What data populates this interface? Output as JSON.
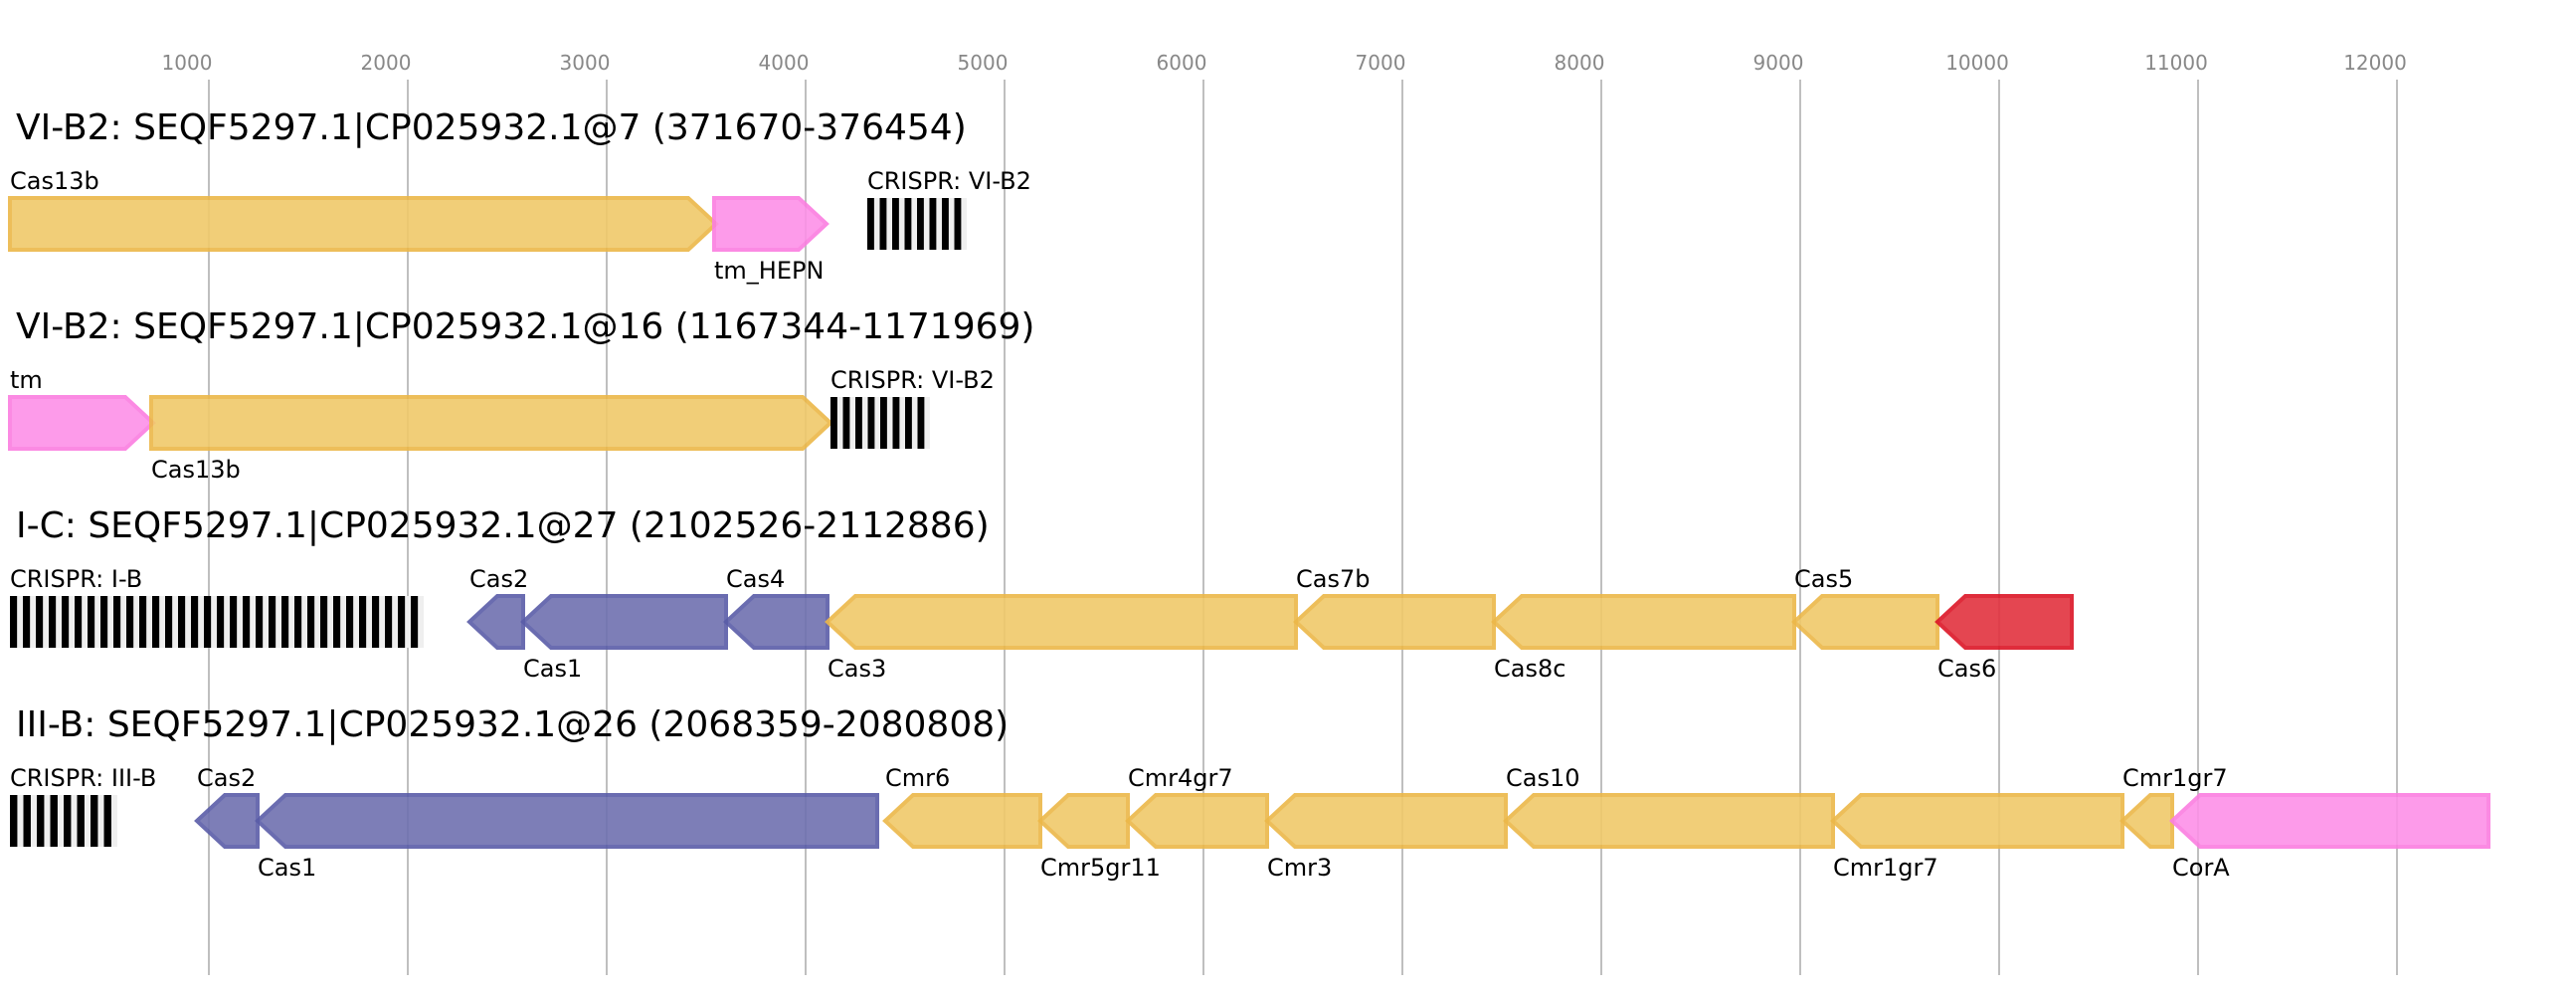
{
  "chart_data": {
    "type": "gene-map",
    "axis": {
      "unit": "bp",
      "range": [
        0,
        12600
      ],
      "ticks": [
        1000,
        2000,
        3000,
        4000,
        5000,
        6000,
        7000,
        8000,
        9000,
        10000,
        11000,
        12000
      ],
      "tick_labels": [
        "1000",
        "2000",
        "3000",
        "4000",
        "5000",
        "6000",
        "7000",
        "8000",
        "9000",
        "10000",
        "11000",
        "12000"
      ],
      "grid": true
    },
    "colors": {
      "gold": {
        "fill": "#f0c96a",
        "stroke": "#ecb849"
      },
      "pink": {
        "fill": "#fd91e8",
        "stroke": "#fb7ee1"
      },
      "purple": {
        "fill": "#6f71b0",
        "stroke": "#5a5da8"
      },
      "red": {
        "fill": "#e2323f",
        "stroke": "#dc1626"
      }
    },
    "loci": [
      {
        "title": "VI-B2: SEQF5297.1|CP025932.1@7 (371670-376454)",
        "features": [
          {
            "kind": "gene",
            "label": "Cas13b",
            "start": 0,
            "end": 3550,
            "strand": "+",
            "color": "gold",
            "label_pos": "above"
          },
          {
            "kind": "gene",
            "label": "tm_HEPN",
            "start": 3540,
            "end": 4105,
            "strand": "+",
            "color": "pink",
            "label_pos": "below"
          },
          {
            "kind": "crispr",
            "label": "CRISPR: VI-B2",
            "start": 4310,
            "end": 4810,
            "repeats": 8,
            "label_pos": "above"
          }
        ]
      },
      {
        "title": "VI-B2: SEQF5297.1|CP025932.1@16 (1167344-1171969)",
        "features": [
          {
            "kind": "gene",
            "label": "tm",
            "start": 0,
            "end": 720,
            "strand": "+",
            "color": "pink",
            "label_pos": "above"
          },
          {
            "kind": "gene",
            "label": "Cas13b",
            "start": 710,
            "end": 4125,
            "strand": "+",
            "color": "gold",
            "label_pos": "below"
          },
          {
            "kind": "crispr",
            "label": "CRISPR: VI-B2",
            "start": 4125,
            "end": 4625,
            "repeats": 8,
            "label_pos": "above"
          }
        ]
      },
      {
        "title": "I-C: SEQF5297.1|CP025932.1@27 (2102526-2112886)",
        "features": [
          {
            "kind": "crispr",
            "label": "CRISPR: I-B",
            "start": 0,
            "end": 2080,
            "repeats": 32,
            "label_pos": "above"
          },
          {
            "kind": "gene",
            "label": "Cas2",
            "start": 2310,
            "end": 2580,
            "strand": "-",
            "color": "purple",
            "label_pos": "above"
          },
          {
            "kind": "gene",
            "label": "Cas1",
            "start": 2580,
            "end": 3600,
            "strand": "-",
            "color": "purple",
            "label_pos": "below"
          },
          {
            "kind": "gene",
            "label": "Cas4",
            "start": 3600,
            "end": 4110,
            "strand": "-",
            "color": "purple",
            "label_pos": "above"
          },
          {
            "kind": "gene",
            "label": "Cas3",
            "start": 4110,
            "end": 6465,
            "strand": "-",
            "color": "gold",
            "label_pos": "below"
          },
          {
            "kind": "gene",
            "label": "Cas7b",
            "start": 6465,
            "end": 7460,
            "strand": "-",
            "color": "gold",
            "label_pos": "above"
          },
          {
            "kind": "gene",
            "label": "Cas8c",
            "start": 7460,
            "end": 8970,
            "strand": "-",
            "color": "gold",
            "label_pos": "below"
          },
          {
            "kind": "gene",
            "label": "Cas5",
            "start": 8970,
            "end": 9690,
            "strand": "-",
            "color": "gold",
            "label_pos": "above"
          },
          {
            "kind": "gene",
            "label": "Cas6",
            "start": 9690,
            "end": 10365,
            "strand": "-",
            "color": "red",
            "label_pos": "below"
          }
        ]
      },
      {
        "title": "III-B: SEQF5297.1|CP025932.1@26 (2068359-2080808)",
        "features": [
          {
            "kind": "crispr",
            "label": "CRISPR: III-B",
            "start": 0,
            "end": 540,
            "repeats": 8,
            "label_pos": "above"
          },
          {
            "kind": "gene",
            "label": "Cas2",
            "start": 940,
            "end": 1245,
            "strand": "-",
            "color": "purple",
            "label_pos": "above"
          },
          {
            "kind": "gene",
            "label": "Cas1",
            "start": 1245,
            "end": 4360,
            "strand": "-",
            "color": "purple",
            "label_pos": "below"
          },
          {
            "kind": "gene",
            "label": "Cmr6",
            "start": 4400,
            "end": 5180,
            "strand": "-",
            "color": "gold",
            "label_pos": "above"
          },
          {
            "kind": "gene",
            "label": "Cmr5gr11",
            "start": 5180,
            "end": 5620,
            "strand": "-",
            "color": "gold",
            "label_pos": "below"
          },
          {
            "kind": "gene",
            "label": "Cmr4gr7",
            "start": 5620,
            "end": 6320,
            "strand": "-",
            "color": "gold",
            "label_pos": "above"
          },
          {
            "kind": "gene",
            "label": "Cmr3",
            "start": 6320,
            "end": 7520,
            "strand": "-",
            "color": "gold",
            "label_pos": "below"
          },
          {
            "kind": "gene",
            "label": "Cas10",
            "start": 7520,
            "end": 9165,
            "strand": "-",
            "color": "gold",
            "label_pos": "above"
          },
          {
            "kind": "gene",
            "label": "Cmr1gr7",
            "start": 9165,
            "end": 10620,
            "strand": "-",
            "color": "gold",
            "label_pos": "below"
          },
          {
            "kind": "gene",
            "label": "Cmr1gr7",
            "start": 10620,
            "end": 10870,
            "strand": "-",
            "color": "gold",
            "label_pos": "above"
          },
          {
            "kind": "gene",
            "label": "CorA",
            "start": 10870,
            "end": 12460,
            "strand": "-",
            "color": "pink",
            "label_pos": "below"
          }
        ]
      }
    ]
  }
}
